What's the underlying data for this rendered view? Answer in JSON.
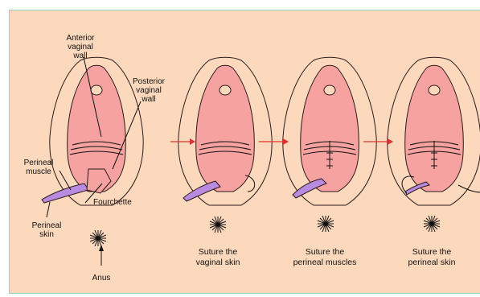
{
  "colors": {
    "background": "#fcd9bd",
    "frame_border": "#8fd4c4",
    "tissue": "#f6a2a0",
    "skin_outline": "#2a1a1a",
    "perineal_muscle": "#b98be0",
    "arrow": "#e03030"
  },
  "labels": {
    "anterior_wall": [
      "Anterior",
      "vaginal",
      "wall"
    ],
    "posterior_wall": [
      "Posterior",
      "vaginal",
      "wall"
    ],
    "perineal_muscle": [
      "Perineal",
      "muscle"
    ],
    "fourchette": "Fourchette",
    "perineal_skin": [
      "Perineal",
      "skin"
    ],
    "anus": "Anus"
  },
  "steps": [
    {
      "caption": [
        "Suture the",
        "vaginal skin"
      ]
    },
    {
      "caption": [
        "Suture the",
        "perineal muscles"
      ]
    },
    {
      "caption": [
        "Suture the",
        "perineal skin"
      ]
    }
  ],
  "icons": [
    "anus-icon",
    "arrow-right-icon",
    "suture-needle-icon"
  ]
}
